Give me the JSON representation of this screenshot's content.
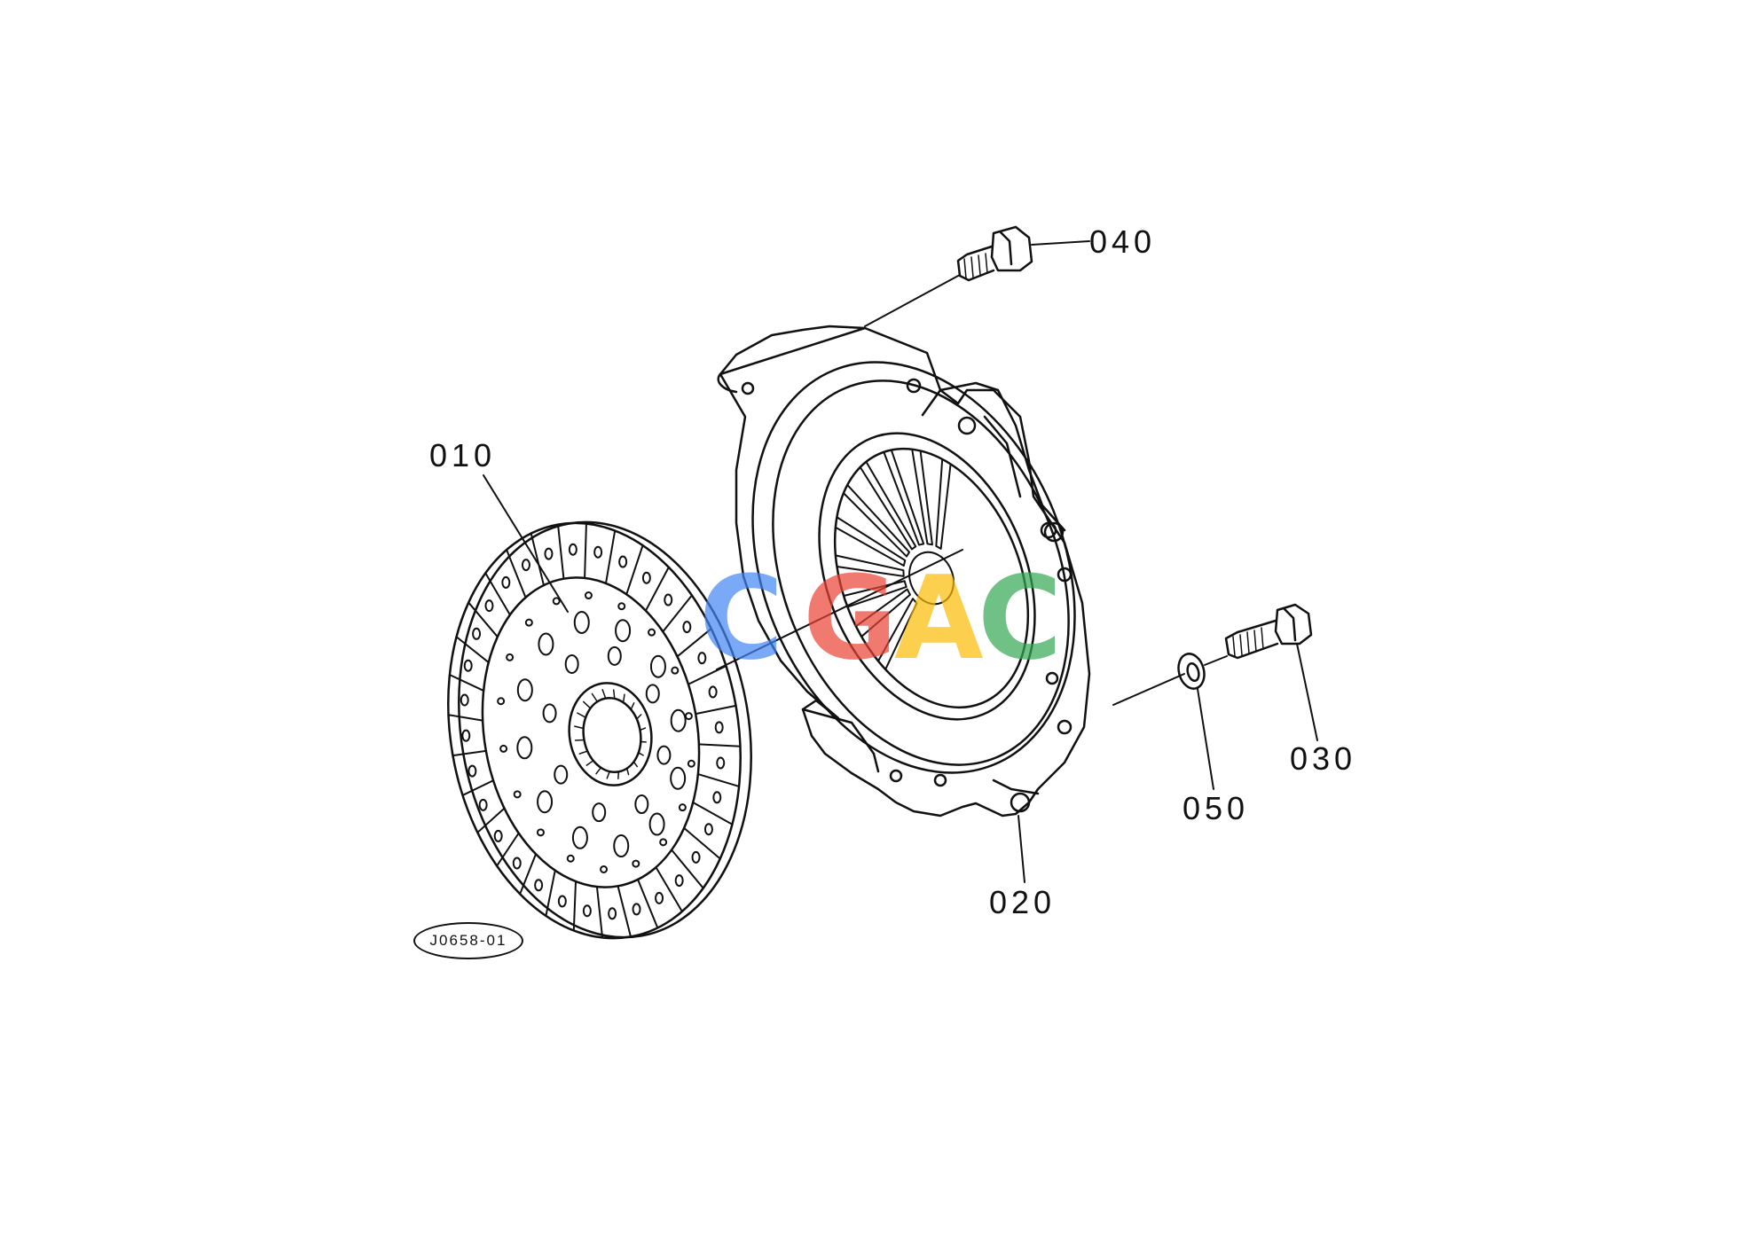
{
  "labels": {
    "p010": "010",
    "p020": "020",
    "p030": "030",
    "p040": "040",
    "p050": "050"
  },
  "reference_code": "J0658-01",
  "watermark": {
    "text": "CGAC",
    "colors": [
      "#4285F4",
      "#EA4335",
      "#FBBC05",
      "#34A853"
    ]
  },
  "line_color": "#111111"
}
